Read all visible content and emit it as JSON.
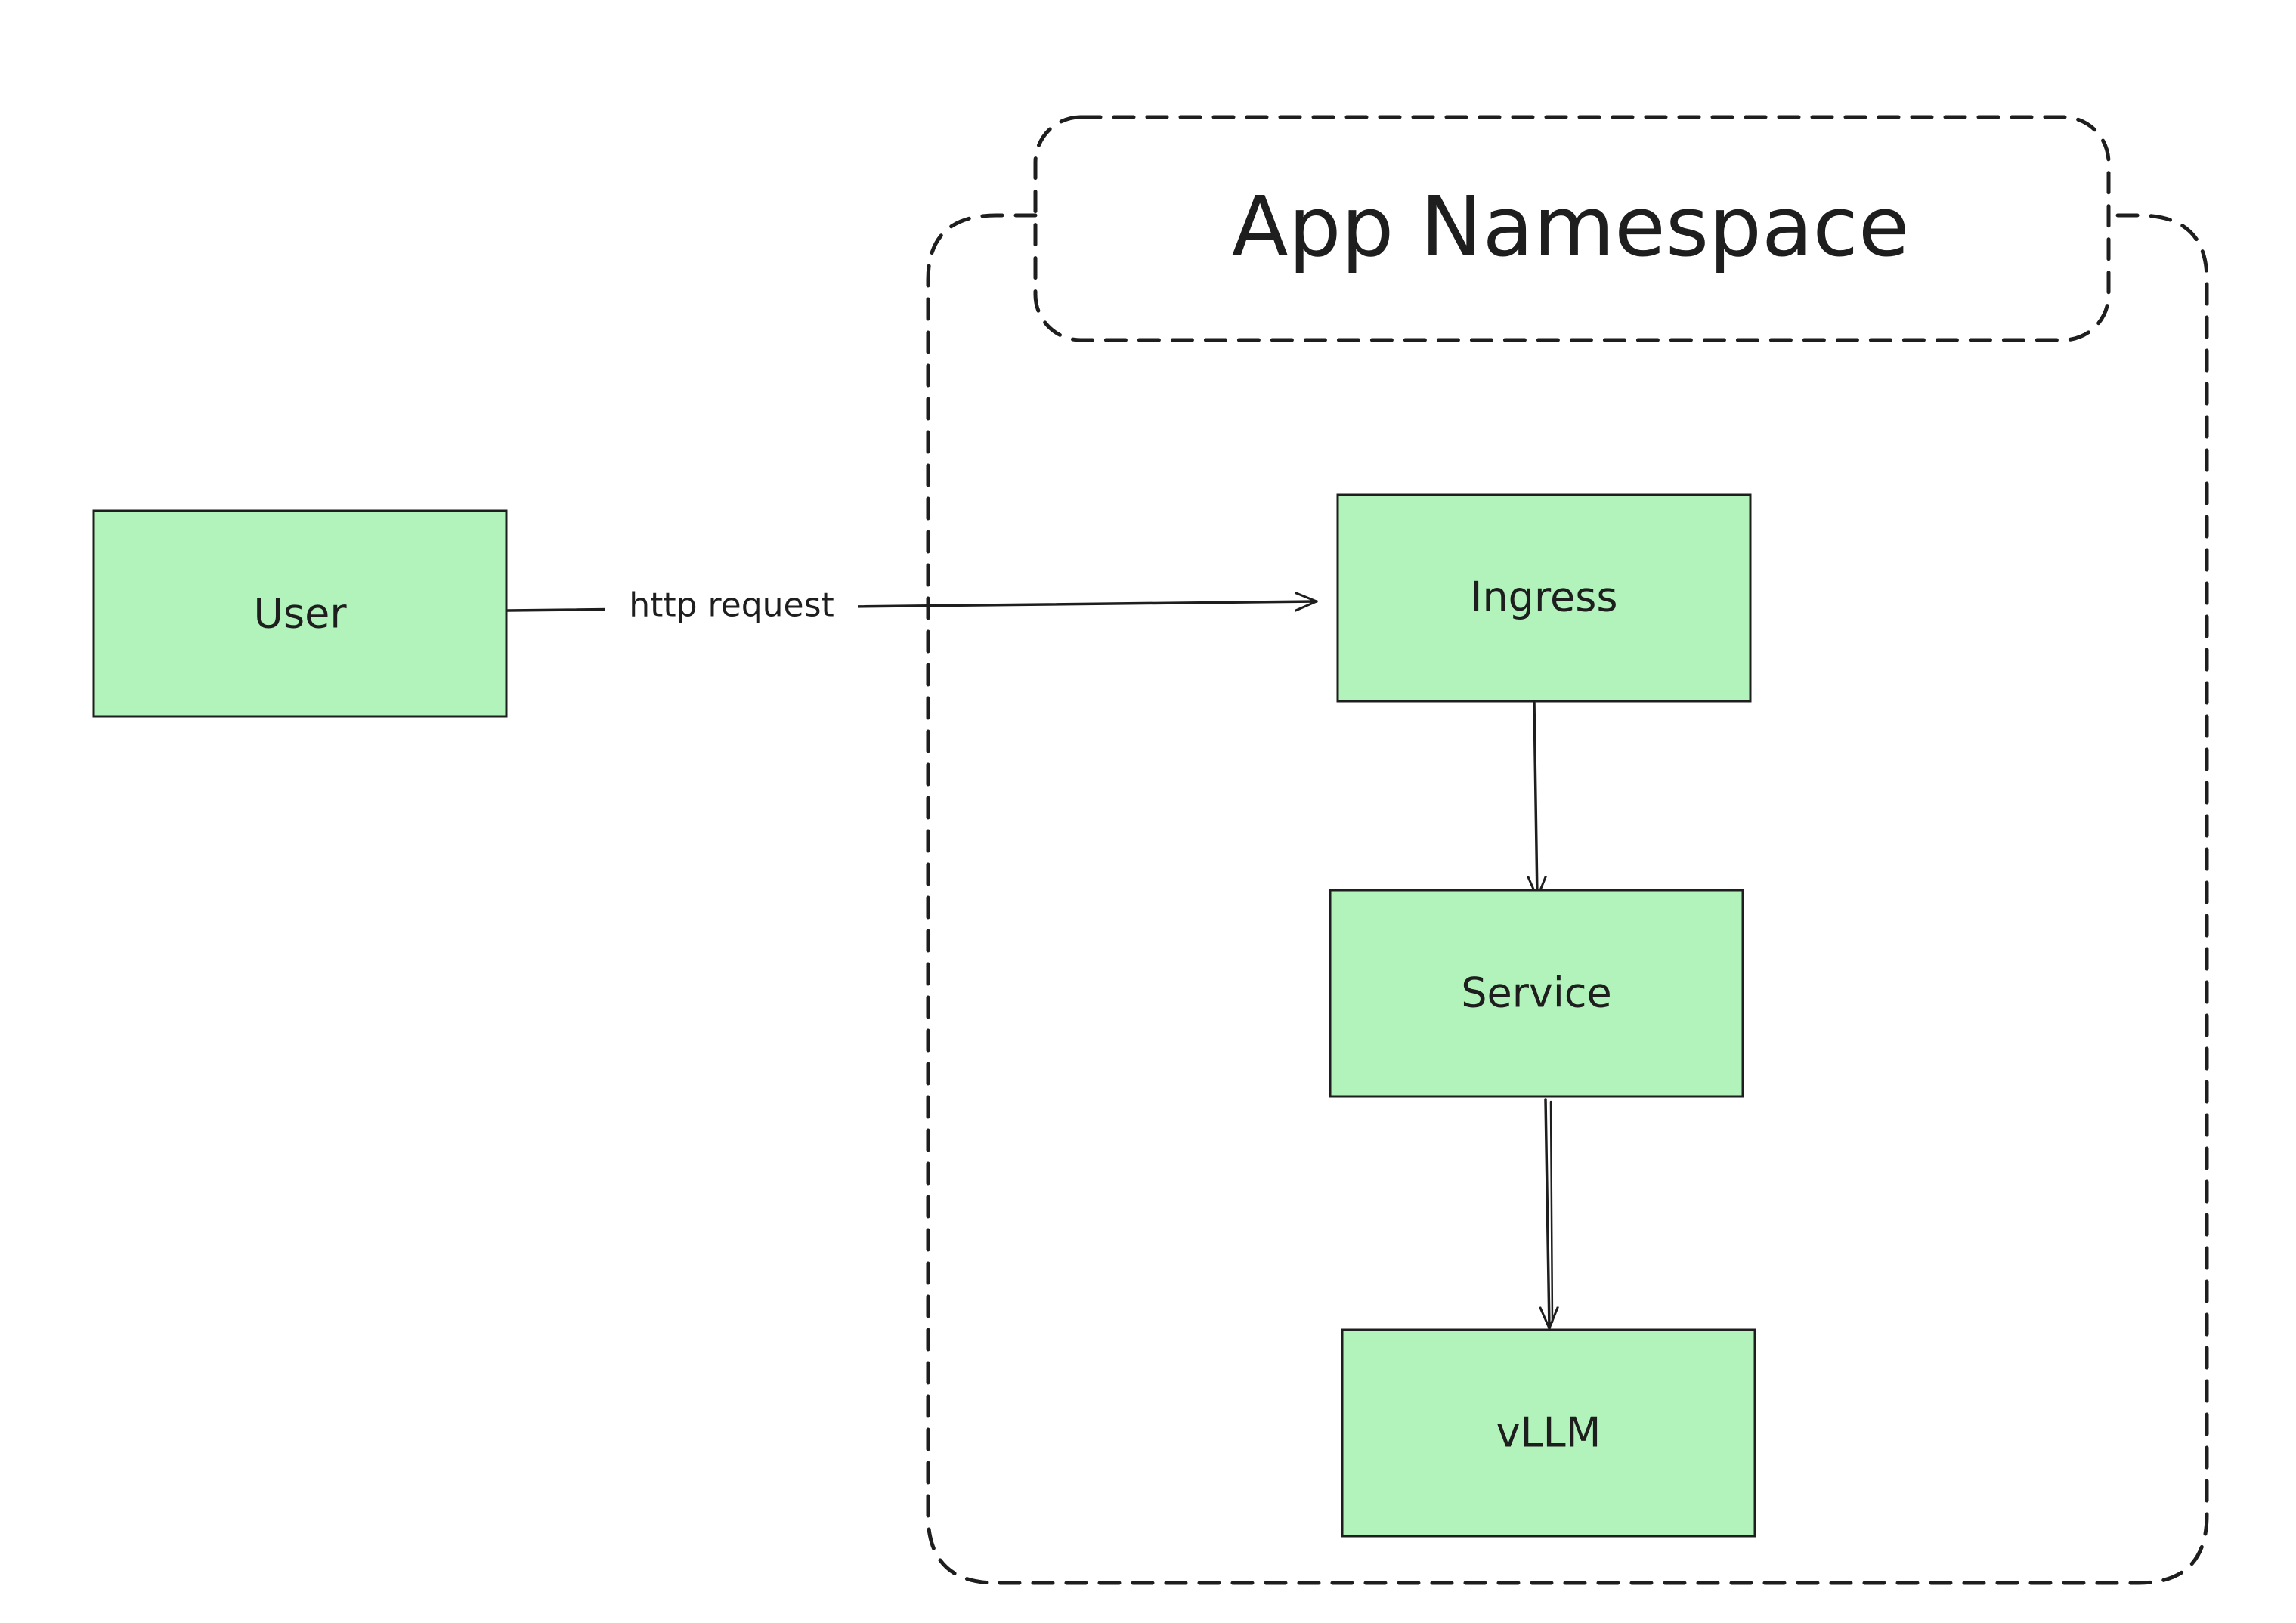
{
  "group": {
    "title": "App Namespace"
  },
  "nodes": {
    "user": "User",
    "ingress": "Ingress",
    "service": "Service",
    "vllm": "vLLM"
  },
  "edges": {
    "user_to_ingress": "http request"
  },
  "colors": {
    "node_fill": "#b2f2bb",
    "stroke": "#1e1e1e",
    "background": "#ffffff"
  }
}
